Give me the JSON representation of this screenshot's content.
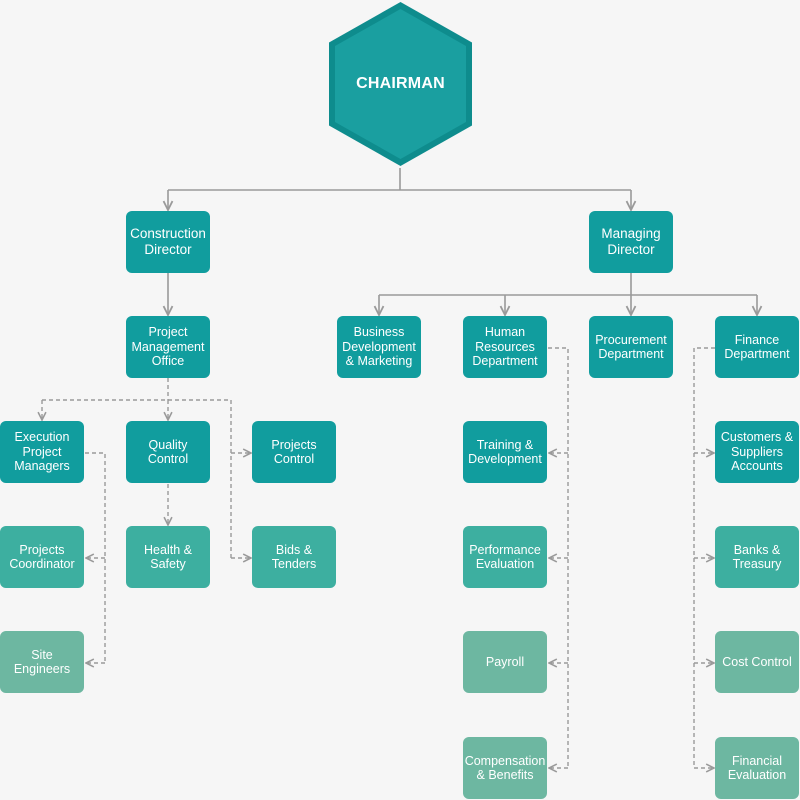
{
  "colors": {
    "background": "#f6f6f6",
    "hex_fill": "#1a9fa0",
    "hex_border": "#0e8c8d",
    "box_dark": "#119d9e",
    "box_mid": "#3dafa0",
    "box_light": "#6db7a1",
    "connector": "#9a9a9a"
  },
  "chairman": {
    "label": "CHAIRMAN"
  },
  "nodes": {
    "construction_director": "Construction\nDirector",
    "managing_director": "Managing\nDirector",
    "project_management_office": "Project\nManagement\nOffice",
    "business_development": "Business\nDevelopment\n& Marketing",
    "human_resources": "Human\nResources\nDepartment",
    "procurement": "Procurement\nDepartment",
    "finance": "Finance\nDepartment",
    "execution_pm": "Execution\nProject\nManagers",
    "quality_control": "Quality\nControl",
    "projects_control": "Projects\nControl",
    "projects_coordinator": "Projects\nCoordinator",
    "health_safety": "Health &\nSafety",
    "bids_tenders": "Bids &\nTenders",
    "site_engineers": "Site\nEngineers",
    "training_development": "Training &\nDevelopment",
    "performance_evaluation": "Performance\nEvaluation",
    "payroll": "Payroll",
    "compensation_benefits": "Compensation\n& Benefits",
    "customers_suppliers": "Customers &\nSuppliers\nAccounts",
    "banks_treasury": "Banks &\nTreasury",
    "cost_control": "Cost Control",
    "financial_evaluation": "Financial\nEvaluation"
  },
  "connections": {
    "solid": [
      [
        "chairman",
        "construction_director"
      ],
      [
        "chairman",
        "managing_director"
      ],
      [
        "construction_director",
        "project_management_office"
      ],
      [
        "managing_director",
        "business_development"
      ],
      [
        "managing_director",
        "human_resources"
      ],
      [
        "managing_director",
        "procurement"
      ],
      [
        "managing_director",
        "finance"
      ]
    ],
    "dashed": [
      [
        "project_management_office",
        "execution_pm"
      ],
      [
        "project_management_office",
        "quality_control"
      ],
      [
        "project_management_office",
        "projects_control"
      ],
      [
        "project_management_office",
        "bids_tenders"
      ],
      [
        "quality_control",
        "health_safety"
      ],
      [
        "execution_pm",
        "projects_coordinator"
      ],
      [
        "execution_pm",
        "site_engineers"
      ],
      [
        "human_resources",
        "training_development"
      ],
      [
        "human_resources",
        "performance_evaluation"
      ],
      [
        "human_resources",
        "payroll"
      ],
      [
        "human_resources",
        "compensation_benefits"
      ],
      [
        "finance",
        "customers_suppliers"
      ],
      [
        "finance",
        "banks_treasury"
      ],
      [
        "finance",
        "cost_control"
      ],
      [
        "finance",
        "financial_evaluation"
      ]
    ]
  }
}
